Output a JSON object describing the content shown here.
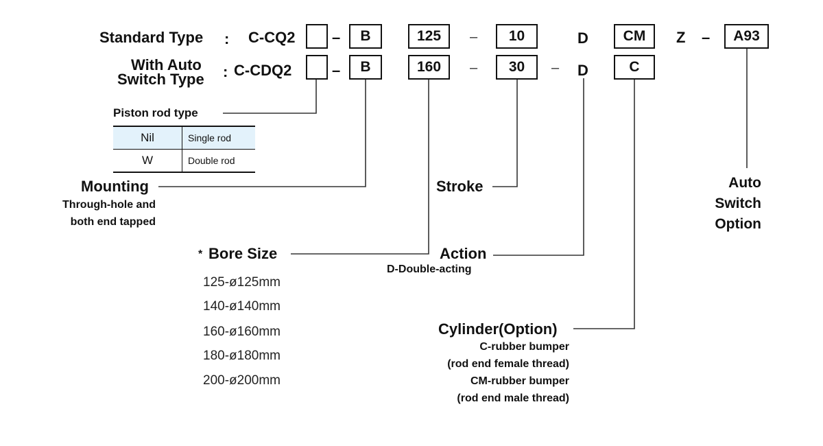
{
  "rows": {
    "standard": {
      "label": "Standard Type",
      "colon": ":",
      "prefix": "C-CQ2",
      "mounting": "B",
      "bore": "125",
      "stroke": "10",
      "action": "D",
      "cylinder_option": "CM",
      "z": "Z",
      "auto_switch": "A93"
    },
    "auto_switch": {
      "label_line1": "With Auto",
      "label_line2": "Switch Type",
      "colon": ":",
      "prefix": "C-CDQ2",
      "mounting": "B",
      "bore": "160",
      "stroke": "30",
      "action": "D",
      "cylinder_option": "C"
    },
    "hyphen": "–",
    "dash": "–"
  },
  "piston_rod": {
    "title": "Piston rod type",
    "options": [
      {
        "code": "Nil",
        "desc": "Single rod"
      },
      {
        "code": "W",
        "desc": "Double rod"
      }
    ]
  },
  "mounting": {
    "title": "Mounting",
    "desc_line1": "Through-hole and",
    "desc_line2": "both end tapped"
  },
  "bore_size": {
    "marker": "*",
    "title": "Bore Size",
    "items": [
      "125-ø125mm",
      "140-ø140mm",
      "160-ø160mm",
      "180-ø180mm",
      "200-ø200mm"
    ]
  },
  "stroke": {
    "title": "Stroke"
  },
  "action": {
    "title": "Action",
    "desc": "D-Double-acting"
  },
  "cylinder_option": {
    "title": "Cylinder(Option)",
    "lines": [
      "C-rubber bumper",
      "(rod end female thread)",
      "CM-rubber bumper",
      "(rod end male thread)"
    ]
  },
  "auto_switch_option": {
    "lines": [
      "Auto",
      "Switch",
      "Option"
    ]
  }
}
